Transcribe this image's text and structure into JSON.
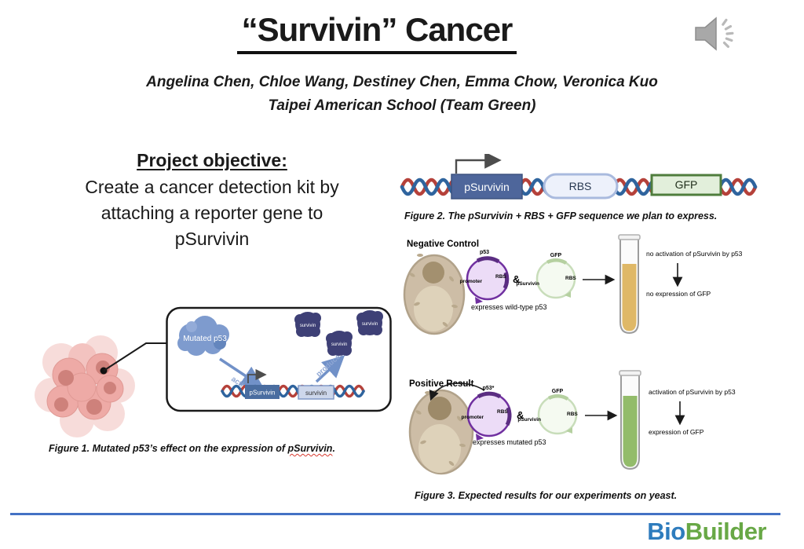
{
  "slide": {
    "title": "“Survivin” Cancer",
    "authors_line1": "Angelina Chen, Chloe Wang, Destiney Chen, Emma Chow, Veronica Kuo",
    "authors_line2": "Taipei American School (Team Green)"
  },
  "objective": {
    "heading": "Project objective:",
    "body_lines": [
      "Create a cancer detection kit by",
      "attaching a reporter gene to",
      "pSurvivin"
    ]
  },
  "figure2": {
    "promoter_box": "pSurvivin",
    "rbs_box": "RBS",
    "gfp_box": "GFP",
    "caption": "Figure 2. The pSurvivin + RBS + GFP sequence we plan to express."
  },
  "figure3": {
    "negative": {
      "title": "Negative Control",
      "plasmid1_top": "p53",
      "plasmid1_left": "promoter",
      "plasmid1_right": "RBS",
      "plasmid1_note": "expresses wild-type p53",
      "amp": "&",
      "plasmid2_top": "GFP",
      "plasmid2_left": "pSurvivin",
      "plasmid2_right": "RBS",
      "result_line1": "no activation of pSurvivin by p53",
      "result_line2": "no expression of GFP"
    },
    "positive": {
      "title": "Positive Result",
      "plasmid1_top": "p53*",
      "plasmid1_left": "promoter",
      "plasmid1_right": "RBS",
      "plasmid1_note": "expresses mutated p53",
      "amp": "&",
      "plasmid2_top": "GFP",
      "plasmid2_left": "pSurvivin",
      "plasmid2_right": "RBS",
      "result_line1": "activation of pSurvivin by p53",
      "result_line2": "expression of GFP"
    },
    "caption": "Figure 3. Expected results for our experiments on yeast."
  },
  "figure1": {
    "blob_label": "Mutated p53",
    "activates_label": "activates",
    "produces_label": "produces",
    "psurvivin_box": "pSurvivin",
    "survivin_gene_box": "survivin",
    "survivin_proteins": [
      "survivin",
      "survivin",
      "survivin"
    ],
    "caption_prefix": "Figure 1. Mutated p53’s effect on the expression of ",
    "caption_highlight": "pSurvivin",
    "caption_suffix": "."
  },
  "footer": {
    "brand_part_blue": "Bio",
    "brand_part_green": "Builder"
  },
  "colors": {
    "divider_blue": "#4472c4",
    "brand_blue": "#2e7cbd",
    "brand_green": "#68a846",
    "tube_negative_fill": "#dfb867",
    "tube_positive_fill": "#93bc6a",
    "plasmid_purple": "#7030a0",
    "plasmid_green": "#bcd6aa",
    "dna_red": "#b5413a",
    "dna_blue": "#2f649e"
  },
  "icons": {
    "audio": "speaker-icon"
  }
}
